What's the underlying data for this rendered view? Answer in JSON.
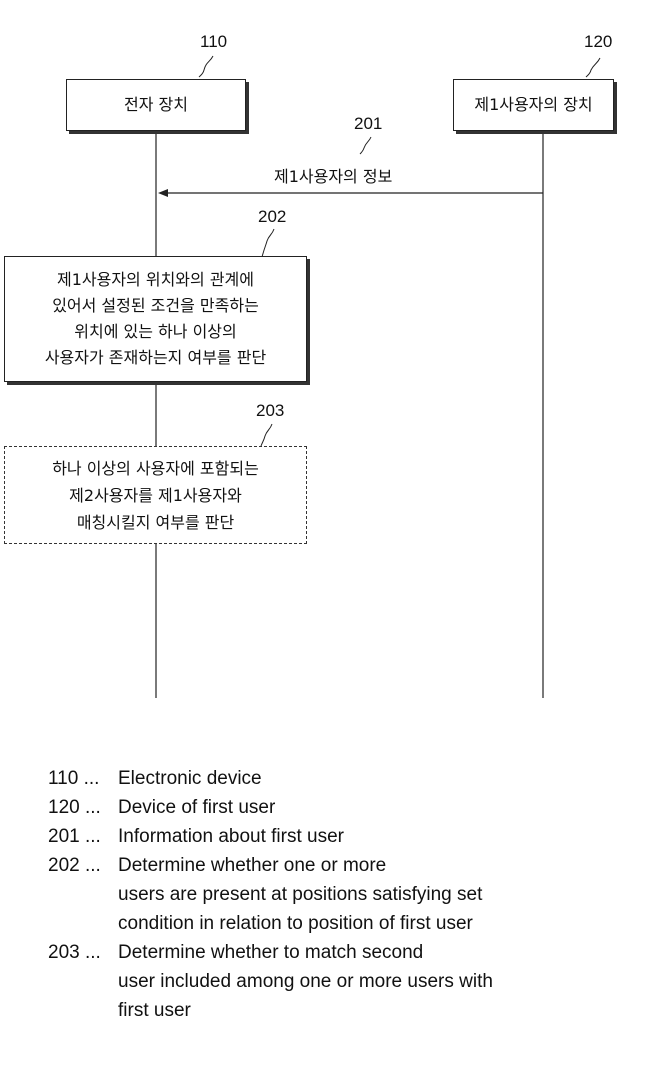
{
  "diagram": {
    "type": "sequence",
    "participants": [
      {
        "id": "110",
        "label": "전자 장치"
      },
      {
        "id": "120",
        "label": "제1사용자의 장치"
      }
    ],
    "messages": [
      {
        "id": "201",
        "from": "120",
        "to": "110",
        "label": "제1사용자의 정보"
      }
    ],
    "steps": [
      {
        "id": "202",
        "participant": "110",
        "style": "solid",
        "lines": [
          "제1사용자의 위치와의 관계에",
          "있어서 설정된 조건을 만족하는",
          "위치에 있는 하나 이상의",
          "사용자가 존재하는지 여부를 판단"
        ]
      },
      {
        "id": "203",
        "participant": "110",
        "style": "dashed",
        "lines": [
          "하나 이상의 사용자에 포함되는",
          "제2사용자를 제1사용자와",
          "매칭시킬지  여부를 판단"
        ]
      }
    ]
  },
  "legend": [
    {
      "num": "110 ...",
      "text": "Electronic device"
    },
    {
      "num": "120 ...",
      "text": "Device of first user"
    },
    {
      "num": "201 ...",
      "text": "Information about first user"
    },
    {
      "num": "202 ...",
      "text": "Determine whether one or more\nusers are present at positions satisfying set\ncondition in relation to position of first user"
    },
    {
      "num": "203 ...",
      "text": "Determine whether to match second\nuser included among one or more users with\nfirst user"
    }
  ]
}
